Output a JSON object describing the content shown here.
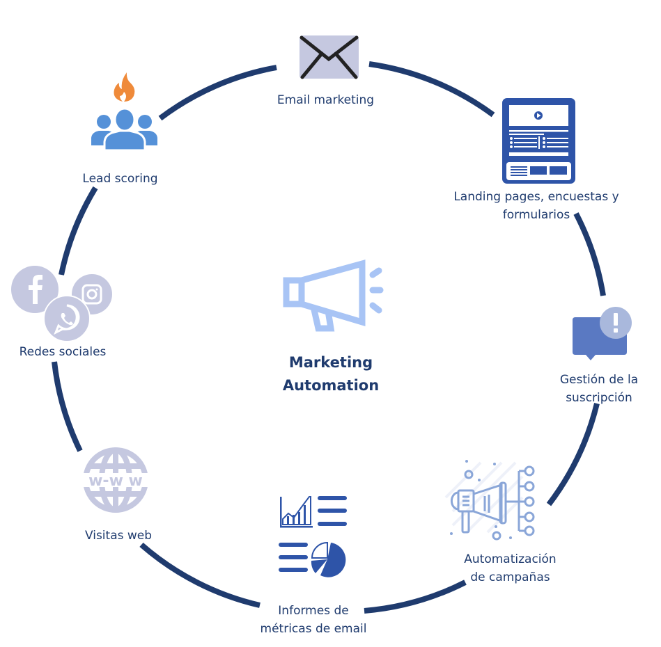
{
  "diagram": {
    "center": {
      "title_line1": "Marketing",
      "title_line2": "Automation",
      "icon": "megaphone-icon"
    },
    "colors": {
      "ring": "#1f3b6e",
      "text": "#1f3b6e",
      "icon_light": "#a8c4f5",
      "icon_blue": "#2e54a8",
      "icon_lavender": "#c5c8e0",
      "flame": "#ef8a3a",
      "people": "#5591d8"
    },
    "nodes": [
      {
        "id": "email-marketing",
        "label": "Email marketing",
        "icon": "envelope-icon"
      },
      {
        "id": "landing-pages",
        "label_line1": "Landing pages, encuestas y",
        "label_line2": "formularios",
        "icon": "landing-page-icon"
      },
      {
        "id": "subscription",
        "label_line1": "Gestión de la",
        "label_line2": "suscripción",
        "icon": "alert-chat-icon"
      },
      {
        "id": "campaign-automation",
        "label_line1": "Automatización",
        "label_line2": "de campañas",
        "icon": "megaphone-network-icon"
      },
      {
        "id": "email-reports",
        "label_line1": "Informes de",
        "label_line2": "métricas de email",
        "icon": "report-chart-icon"
      },
      {
        "id": "web-visits",
        "label": "Visitas web",
        "icon": "www-globe-icon"
      },
      {
        "id": "social-networks",
        "label": "Redes sociales",
        "icon": "social-icons"
      },
      {
        "id": "lead-scoring",
        "label": "Lead scoring",
        "icon": "people-flame-icon"
      }
    ]
  }
}
